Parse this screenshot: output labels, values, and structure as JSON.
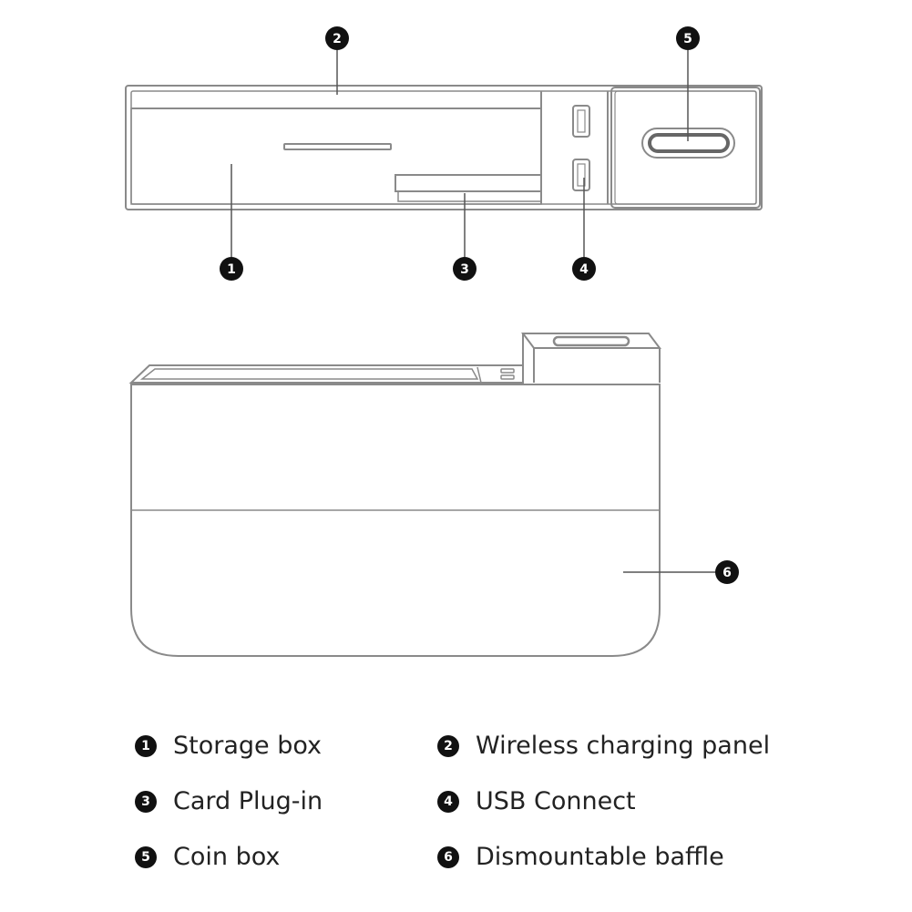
{
  "colors": {
    "line": "#8a8a8a",
    "badge": "#111111",
    "text": "#222222",
    "background": "#ffffff"
  },
  "callouts": [
    {
      "number": "1",
      "label": "Storage box"
    },
    {
      "number": "2",
      "label": "Wireless charging panel"
    },
    {
      "number": "3",
      "label": "Card Plug-in"
    },
    {
      "number": "4",
      "label": "USB Connect"
    },
    {
      "number": "5",
      "label": "Coin box"
    },
    {
      "number": "6",
      "label": "Dismountable baffle"
    }
  ]
}
